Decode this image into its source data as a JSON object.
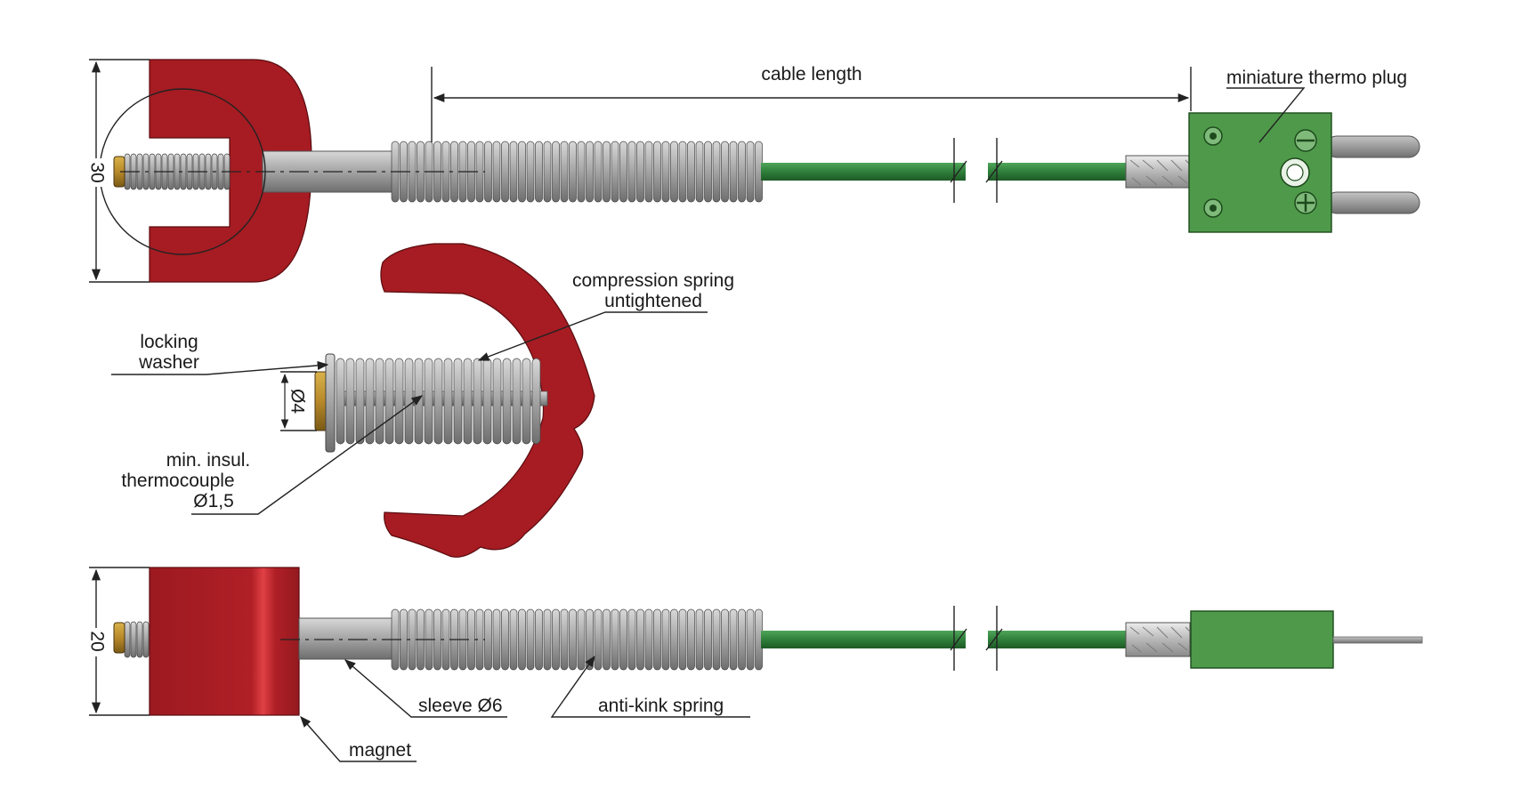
{
  "labels": {
    "cable_length": "cable length",
    "miniature_thermo_plug": "miniature thermo plug",
    "compression_spring_line1": "compression spring",
    "compression_spring_line2": "untightened",
    "locking_washer_line1": "locking",
    "locking_washer_line2": "washer",
    "thermocouple_line1": "min. insul.",
    "thermocouple_line2": "thermocouple",
    "thermocouple_line3": "Ø1,5",
    "sleeve": "sleeve Ø6",
    "anti_kink_spring": "anti-kink spring",
    "magnet": "magnet"
  },
  "dimensions": {
    "top_height": "30",
    "washer_diameter": "Ø4",
    "bottom_height": "20"
  },
  "colors": {
    "magnet_red": "#a61c22",
    "plug_green": "#4e9a4a",
    "cable_green": "#2f7f3a",
    "steel_gray": "#9a9a9a",
    "brass": "#b8892a"
  }
}
